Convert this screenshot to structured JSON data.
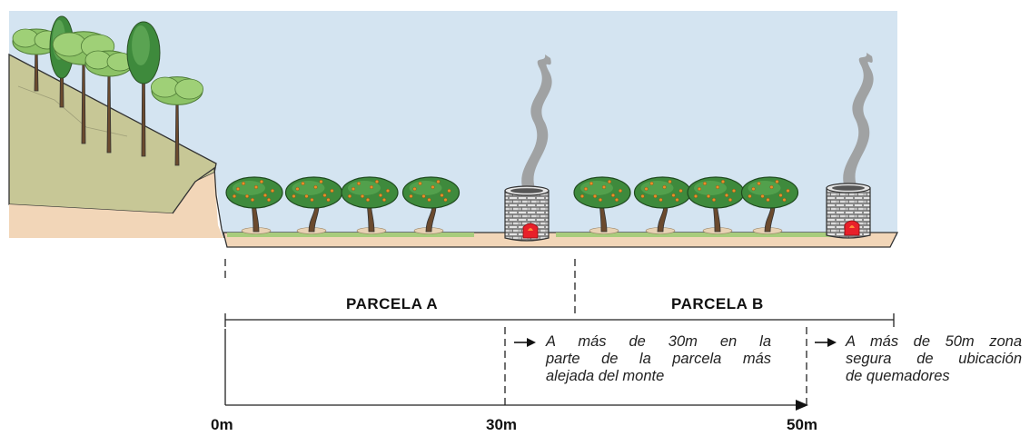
{
  "parcels": [
    {
      "id": "a",
      "label": "PARCELA A"
    },
    {
      "id": "b",
      "label": "PARCELA B"
    }
  ],
  "notes": [
    {
      "id": "30m",
      "lines": [
        "A más de 30m en la",
        "parte de la parcela más",
        "alejada del monte"
      ]
    },
    {
      "id": "50m",
      "lines": [
        "A más de 50m zona",
        "segura de ubicación",
        "de quemadores"
      ]
    }
  ],
  "distance_marks": [
    "0m",
    "30m",
    "50m"
  ],
  "colors": {
    "sky": "#d4e4f1",
    "ground": "#f2d6b8",
    "grass": "#a8cc7c",
    "hillside": "#c7c796",
    "orange_tree": "#3e8a3c",
    "fruit": "#e8902a",
    "burner_stone": "#c9c9c9",
    "fire": "#e8202a",
    "smoke": "#9a9a9a"
  },
  "icons": [
    "forest-tree-icon",
    "orange-tree-icon",
    "burner-icon",
    "smoke-icon",
    "arrow-right-icon"
  ]
}
